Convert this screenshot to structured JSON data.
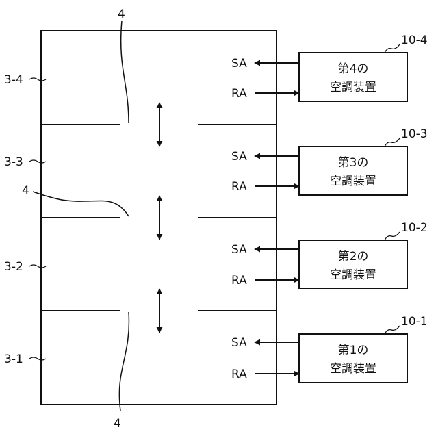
{
  "floors": [
    {
      "id": "3-4",
      "label": "3-4"
    },
    {
      "id": "3-3",
      "label": "3-3"
    },
    {
      "id": "3-2",
      "label": "3-2"
    },
    {
      "id": "3-1",
      "label": "3-1"
    }
  ],
  "openings": [
    {
      "label": "4"
    },
    {
      "label": "4"
    },
    {
      "label": "4"
    }
  ],
  "units": [
    {
      "id": "10-4",
      "ref": "10-4",
      "line1": "第4の",
      "line2": "空調装置",
      "supply": "SA",
      "return": "RA"
    },
    {
      "id": "10-3",
      "ref": "10-3",
      "line1": "第3の",
      "line2": "空調装置",
      "supply": "SA",
      "return": "RA"
    },
    {
      "id": "10-2",
      "ref": "10-2",
      "line1": "第2の",
      "line2": "空調装置",
      "supply": "SA",
      "return": "RA"
    },
    {
      "id": "10-1",
      "ref": "10-1",
      "line1": "第1の",
      "line2": "空調装置",
      "supply": "SA",
      "return": "RA"
    }
  ]
}
